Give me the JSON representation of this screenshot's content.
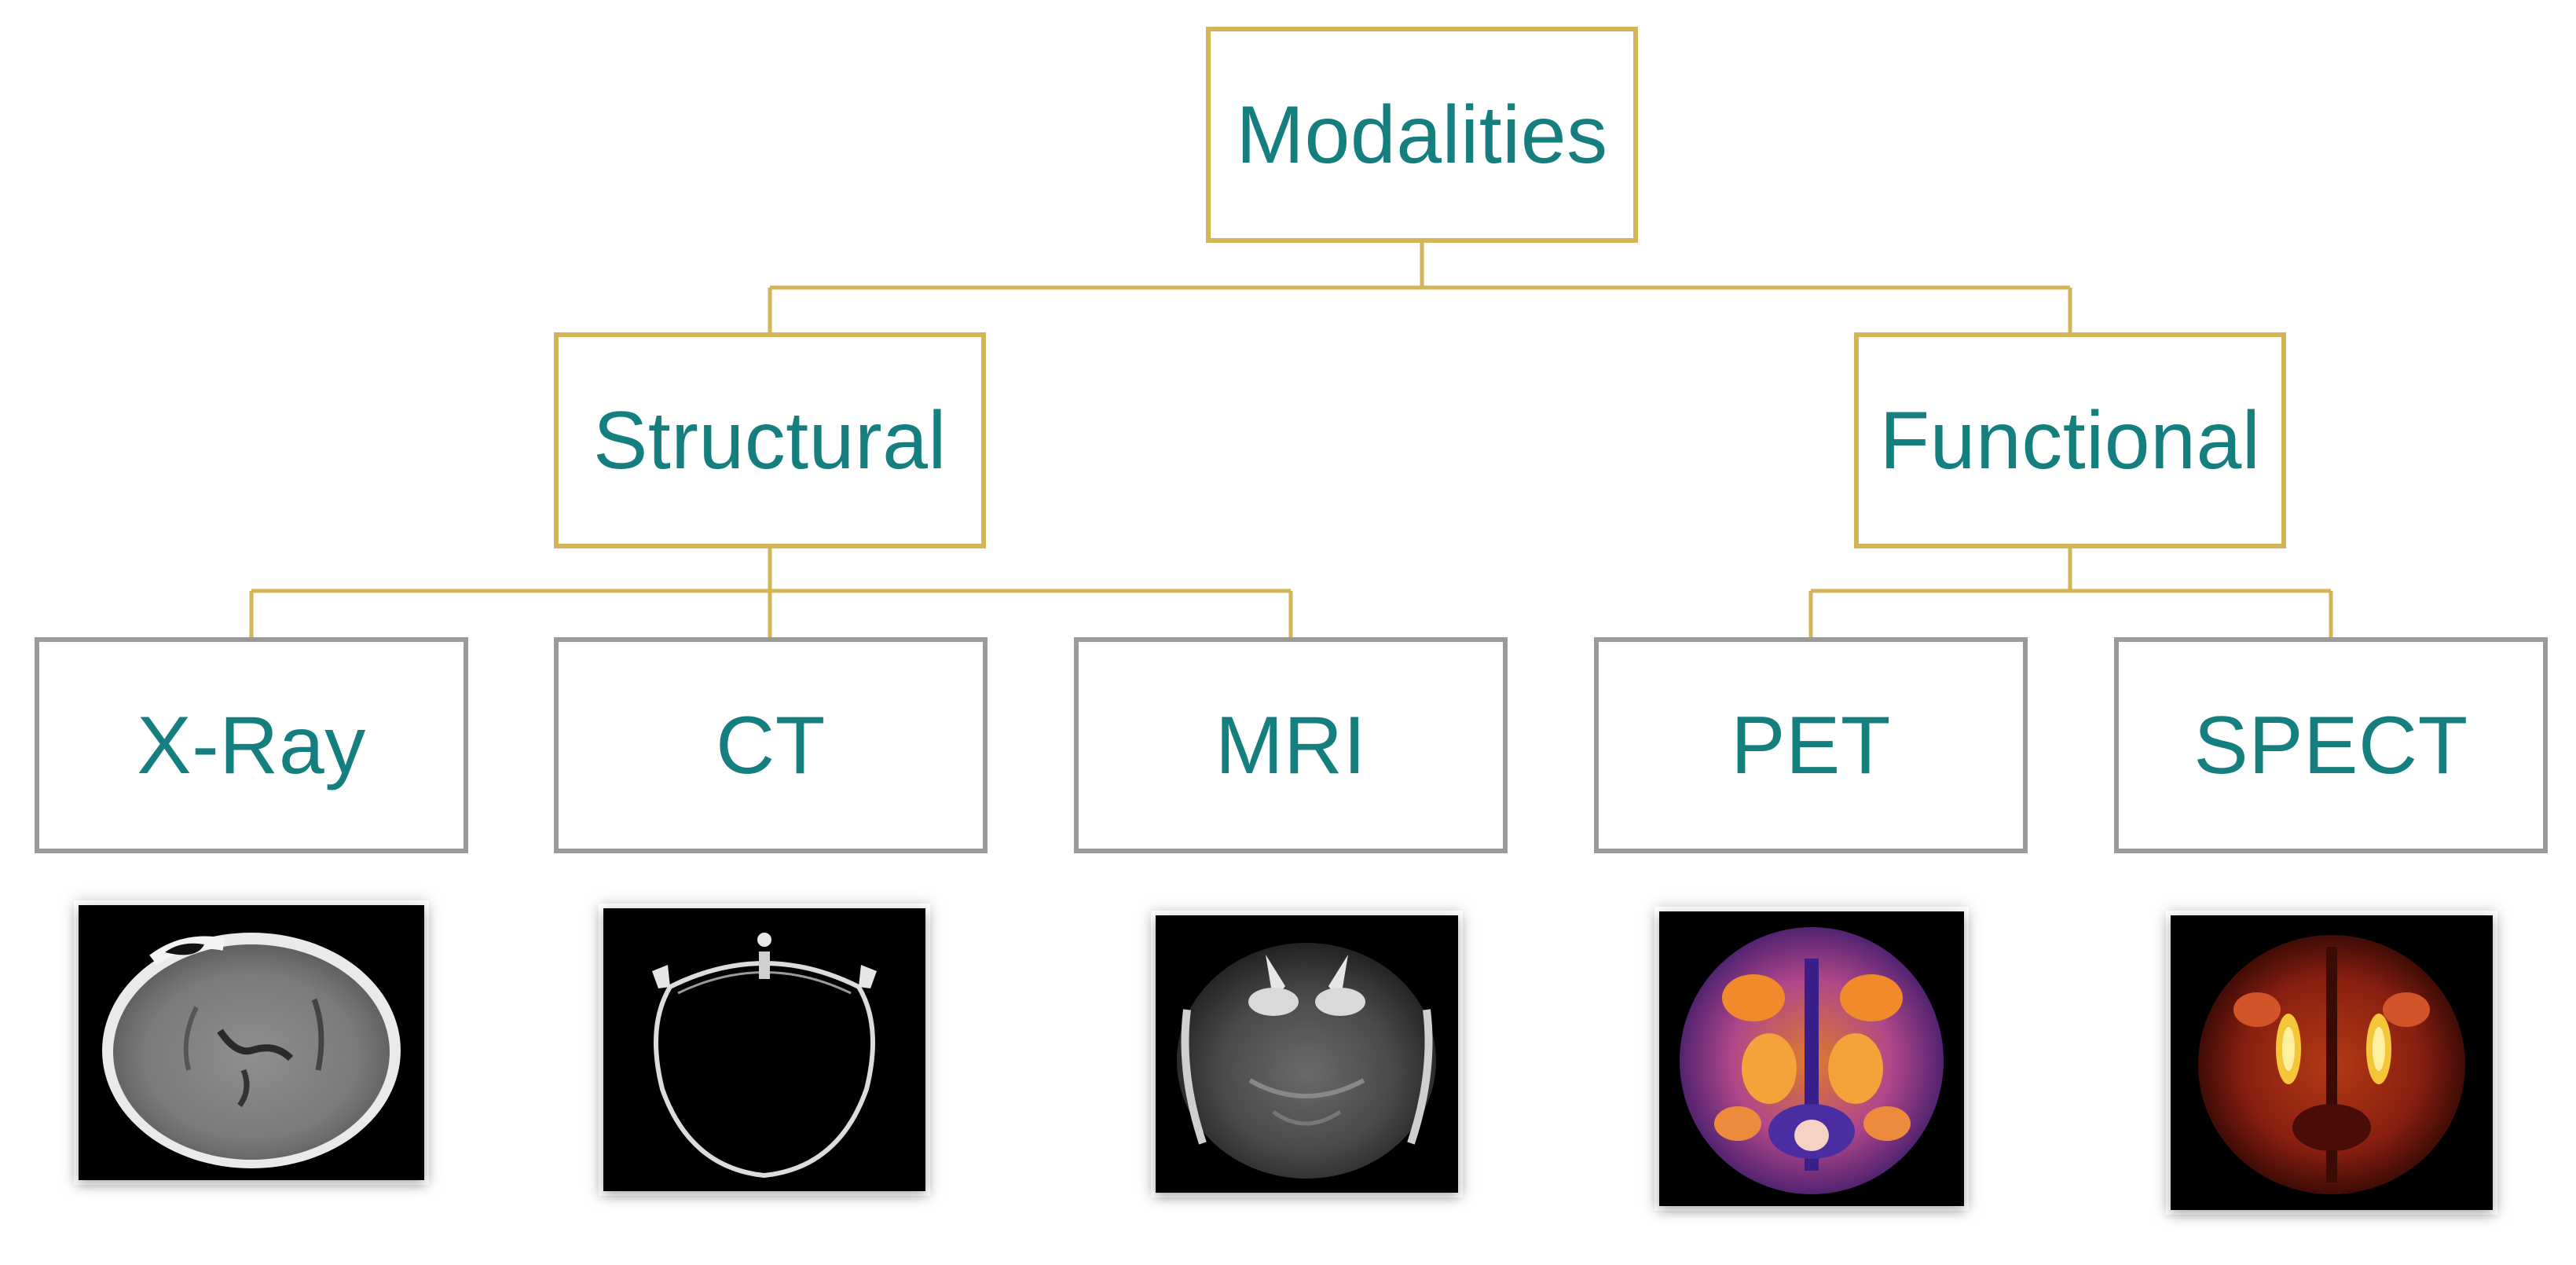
{
  "diagram": {
    "root": {
      "label": "Modalities"
    },
    "categories": [
      {
        "label": "Structural"
      },
      {
        "label": "Functional"
      }
    ],
    "leaves": [
      {
        "label": "X-Ray"
      },
      {
        "label": "CT"
      },
      {
        "label": "MRI"
      },
      {
        "label": "PET"
      },
      {
        "label": "SPECT"
      }
    ]
  },
  "colors": {
    "text": "#157f80",
    "category_border": "#d3b458",
    "leaf_border": "#9a9a9a",
    "connector": "#d3b458"
  },
  "scans": [
    {
      "name": "x-ray-brain-scan",
      "icon": "grayscale-axial-head-image"
    },
    {
      "name": "ct-brain-scan",
      "icon": "skull-outline-image"
    },
    {
      "name": "mri-brain-scan",
      "icon": "grayscale-mri-slice-image"
    },
    {
      "name": "pet-brain-scan",
      "icon": "purple-orange-heatmap-image"
    },
    {
      "name": "spect-brain-scan",
      "icon": "red-yellow-heatmap-image"
    }
  ]
}
